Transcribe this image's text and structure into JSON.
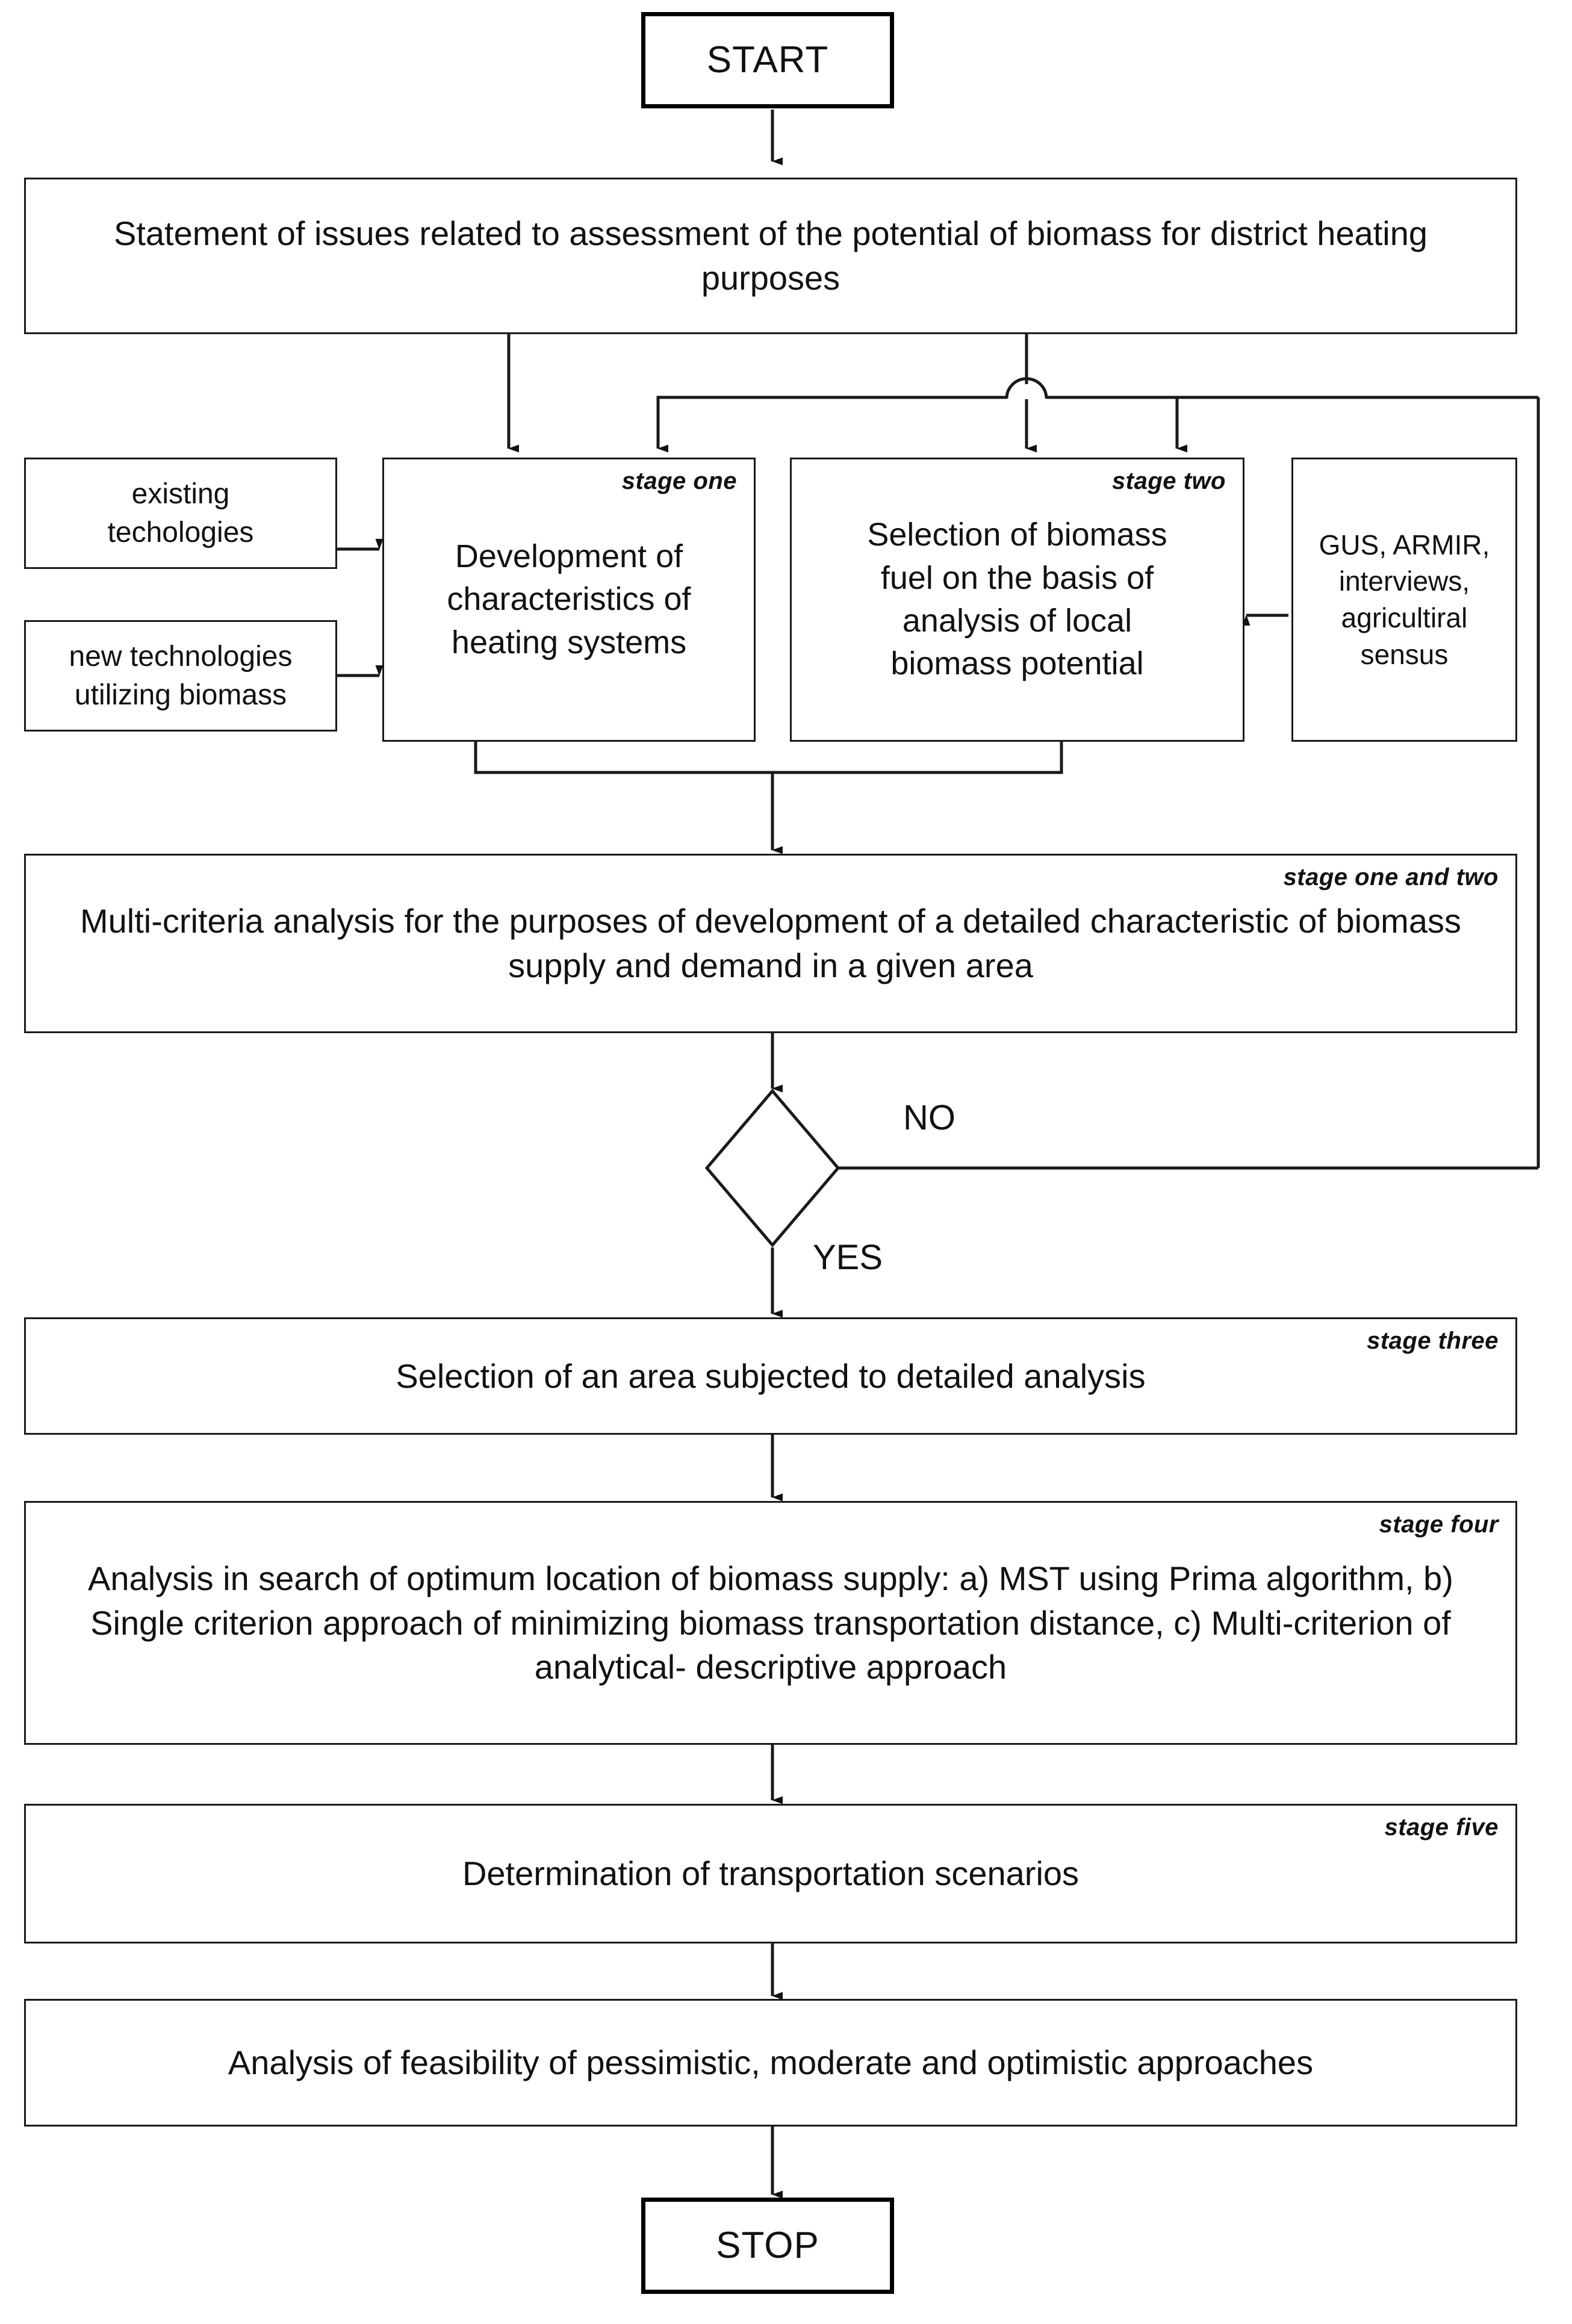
{
  "diagram": {
    "title": "Methodology flowchart for assessment of biomass potential for district heating",
    "stroke_color": "#1a1a1a",
    "terminal_stroke_color": "#000000",
    "background_color": "#ffffff"
  },
  "nodes": {
    "start": {
      "label": "START"
    },
    "statement": {
      "label": "Statement of issues related  to assessment of the potential of biomass for district heating purposes"
    },
    "existing_tech": {
      "label": "existing\ntechologies"
    },
    "new_tech": {
      "label": "new technologies\nutilizing biomass"
    },
    "stage_one": {
      "tag": "stage one",
      "label": "Development of\ncharacteristics of\nheating systems"
    },
    "stage_two": {
      "tag": "stage two",
      "label": "Selection of biomass\nfuel on the basis of\nanalysis of local\nbiomass potential"
    },
    "data_sources": {
      "label": "GUS, ARMIR,\ninterviews,\nagricultiral\nsensus"
    },
    "multicriteria": {
      "tag": "stage one and two",
      "label": "Multi-criteria analysis for the purposes of development of a detailed characteristic of biomass supply and demand in a given area"
    },
    "decision": {
      "label": ""
    },
    "stage_three": {
      "tag": "stage three",
      "label": "Selection of an area subjected to detailed analysis"
    },
    "stage_four": {
      "tag": "stage four",
      "label": "Analysis in search of optimum location of biomass supply: a) MST using Prima algorithm, b) Single criterion approach of minimizing biomass transportation distance, c) Multi-criterion of analytical- descriptive approach"
    },
    "stage_five": {
      "tag": "stage five",
      "label": "Determination of transportation scenarios"
    },
    "feasibility": {
      "label": "Analysis of feasibility of pessimistic, moderate and optimistic approaches"
    },
    "stop": {
      "label": "STOP"
    }
  },
  "edge_labels": {
    "no": "NO",
    "yes": "YES"
  }
}
